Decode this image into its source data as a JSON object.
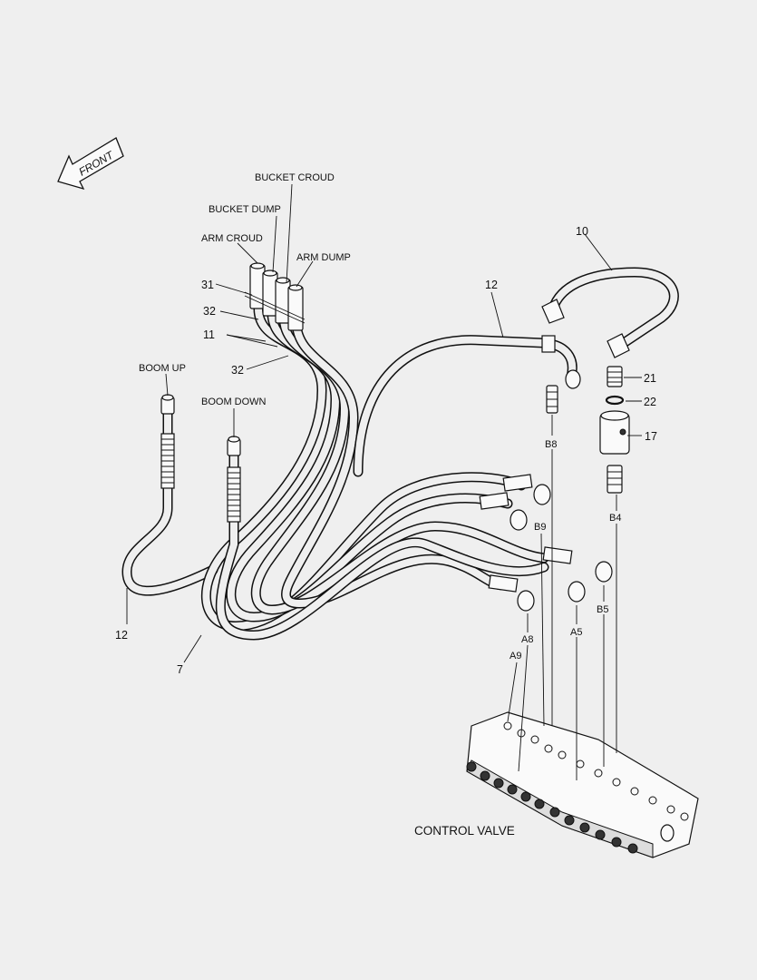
{
  "direction": {
    "front_label": "FRONT",
    "icon": "front-arrow-icon"
  },
  "port_labels": {
    "bucket_croud": "BUCKET CROUD",
    "bucket_dump": "BUCKET DUMP",
    "arm_croud": "ARM CROUD",
    "arm_dump": "ARM DUMP",
    "boom_up": "BOOM UP",
    "boom_down": "BOOM DOWN"
  },
  "callouts": {
    "c31": "31",
    "c32a": "32",
    "c11": "11",
    "c32b": "32",
    "c12_left": "12",
    "c7": "7",
    "c12_top": "12",
    "c10": "10",
    "c21": "21",
    "c22": "22",
    "c17": "17"
  },
  "valve_ports": {
    "b8": "B8",
    "b4": "B4",
    "b9": "B9",
    "b5": "B5",
    "a5": "A5",
    "a8": "A8",
    "a9": "A9"
  },
  "components": {
    "control_valve": "CONTROL VALVE"
  }
}
